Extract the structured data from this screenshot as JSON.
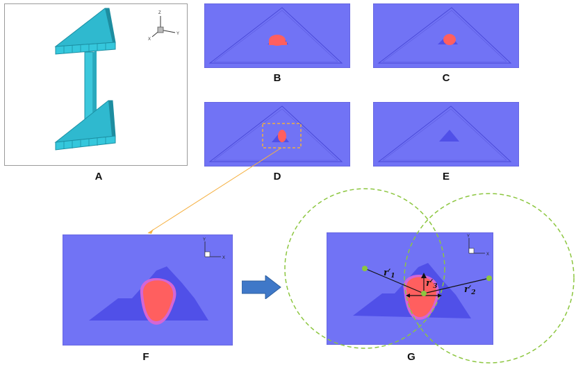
{
  "panels": {
    "a": {
      "label": "A"
    },
    "b": {
      "label": "B"
    },
    "c": {
      "label": "C"
    },
    "d": {
      "label": "D"
    },
    "e": {
      "label": "E"
    },
    "f": {
      "label": "F"
    },
    "g": {
      "label": "G"
    }
  },
  "axes_triad": {
    "z": "Z",
    "x": "X",
    "y": "Y"
  },
  "axes_2d": {
    "y": "Y",
    "x": "X"
  },
  "radii": {
    "r1": {
      "base": "r′",
      "sub": "1"
    },
    "r2": {
      "base": "r′",
      "sub": "2"
    },
    "r3": {
      "base": "r′",
      "sub": "3"
    }
  },
  "colors": {
    "field_blue": "#7173f5",
    "dark_blue": "#5050e8",
    "hot_red": "#ff5f5f",
    "beam_cyan": "#35c7dc",
    "dashed_green": "#8cc63f",
    "orange_link": "#f5b041",
    "arrow_blue": "#3f78c8"
  }
}
